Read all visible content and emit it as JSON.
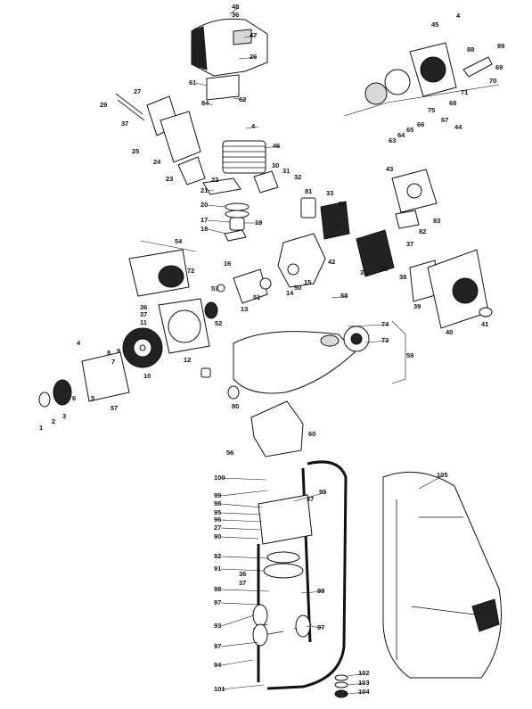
{
  "part_numbers": [
    "1",
    "2",
    "3",
    "4",
    "5",
    "6",
    "7",
    "8",
    "9",
    "10",
    "11",
    "12",
    "13",
    "14",
    "15",
    "16",
    "17",
    "18",
    "19",
    "20",
    "21",
    "22",
    "23",
    "24",
    "25",
    "26",
    "27",
    "29",
    "30",
    "31",
    "32",
    "33",
    "34",
    "35",
    "36",
    "37",
    "38",
    "39",
    "40",
    "41",
    "42",
    "43",
    "44",
    "45",
    "47",
    "48",
    "50",
    "51",
    "52",
    "53",
    "54",
    "56",
    "57",
    "58",
    "59",
    "60",
    "61",
    "62",
    "63",
    "64",
    "65",
    "66",
    "67",
    "68",
    "69",
    "70",
    "71",
    "72",
    "73",
    "74",
    "75",
    "80",
    "81",
    "82",
    "83",
    "84",
    "88",
    "89",
    "90",
    "91",
    "92",
    "93",
    "94",
    "95",
    "96",
    "97",
    "98",
    "99",
    "100",
    "101",
    "102",
    "103",
    "104",
    "105",
    "46"
  ]
}
